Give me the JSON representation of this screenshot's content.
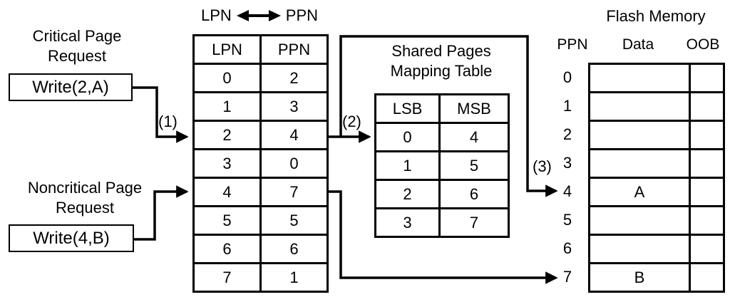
{
  "colors": {
    "ink": "#000000",
    "background": "#ffffff"
  },
  "requests": {
    "critical": {
      "label_line1": "Critical Page",
      "label_line2": "Request",
      "box_label": "Write(2,A)"
    },
    "noncritical": {
      "label_line1": "Noncritical Page",
      "label_line2": "Request",
      "box_label": "Write(4,B)"
    }
  },
  "step_labels": {
    "step1": "(1)",
    "step2": "(2)",
    "step3": "(3)"
  },
  "mapping_table": {
    "title_left": "LPN",
    "title_right": "PPN",
    "headers": [
      "LPN",
      "PPN"
    ],
    "rows": [
      [
        "0",
        "2"
      ],
      [
        "1",
        "3"
      ],
      [
        "2",
        "4"
      ],
      [
        "3",
        "0"
      ],
      [
        "4",
        "7"
      ],
      [
        "5",
        "5"
      ],
      [
        "6",
        "6"
      ],
      [
        "7",
        "1"
      ]
    ]
  },
  "shared_table": {
    "title_line1": "Shared Pages",
    "title_line2": "Mapping Table",
    "headers": [
      "LSB",
      "MSB"
    ],
    "rows": [
      [
        "0",
        "4"
      ],
      [
        "1",
        "5"
      ],
      [
        "2",
        "6"
      ],
      [
        "3",
        "7"
      ]
    ]
  },
  "flash": {
    "title": "Flash Memory",
    "headers": {
      "ppn": "PPN",
      "data": "Data",
      "oob": "OOB"
    },
    "rows": [
      {
        "ppn": "0",
        "data": "",
        "oob": ""
      },
      {
        "ppn": "1",
        "data": "",
        "oob": ""
      },
      {
        "ppn": "2",
        "data": "",
        "oob": ""
      },
      {
        "ppn": "3",
        "data": "",
        "oob": ""
      },
      {
        "ppn": "4",
        "data": "A",
        "oob": ""
      },
      {
        "ppn": "5",
        "data": "",
        "oob": ""
      },
      {
        "ppn": "6",
        "data": "",
        "oob": ""
      },
      {
        "ppn": "7",
        "data": "B",
        "oob": ""
      }
    ]
  }
}
